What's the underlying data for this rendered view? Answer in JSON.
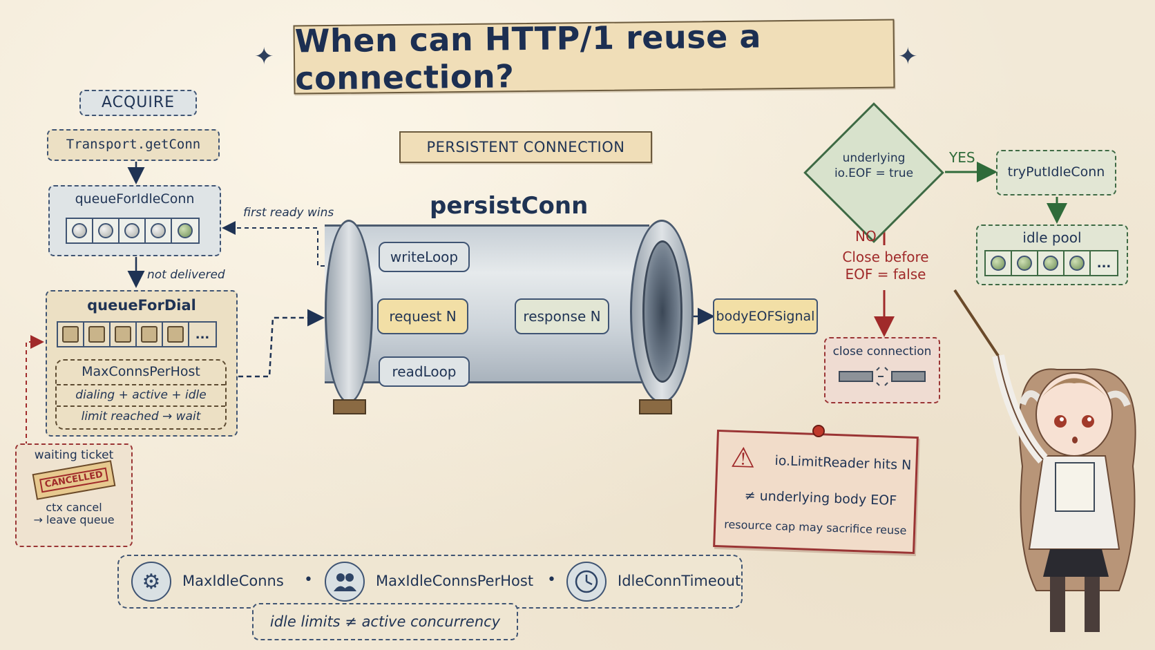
{
  "title": "When can HTTP/1 reuse a connection?",
  "acquire": {
    "label": "ACQUIRE",
    "get_conn": "Transport.getConn",
    "queue_idle": "queueForIdleConn",
    "first_ready": "first ready wins",
    "not_delivered": "not delivered",
    "queue_dial": "queueForDial",
    "ellipsis": "...",
    "max_conns": "MaxConnsPerHost",
    "dialing": "dialing + active + idle",
    "limit": "limit reached → wait",
    "waiting_ticket": "waiting ticket",
    "cancelled": "CANCELLED",
    "ctx_cancel": "ctx cancel",
    "leave_queue": "→ leave queue"
  },
  "persistent": {
    "section_label": "PERSISTENT CONNECTION",
    "conn_name": "persistConn",
    "write_loop": "writeLoop",
    "request": "request N",
    "response": "response N",
    "read_loop": "readLoop",
    "body_eof": "bodyEOFSignal"
  },
  "decision": {
    "condition_line1": "underlying",
    "condition_line2": "io.EOF = true",
    "yes": "YES",
    "no": "NO",
    "close_before_line1": "Close before",
    "close_before_line2": "EOF = false",
    "try_put": "tryPutIdleConn",
    "idle_pool": "idle pool",
    "idle_ellipsis": "...",
    "close_conn": "close connection"
  },
  "warning": {
    "line1": "io.LimitReader hits N",
    "line2": "≠ underlying body EOF",
    "line3": "resource cap may sacrifice reuse"
  },
  "bottom": {
    "max_idle": "MaxIdleConns",
    "max_idle_host": "MaxIdleConnsPerHost",
    "idle_timeout": "IdleConnTimeout",
    "sep": "•",
    "footer": "idle limits ≠ active concurrency"
  },
  "icons": {
    "sparkle": "✦",
    "gear": "⚙",
    "people": "👥",
    "clock": "◷",
    "warning": "⚠"
  }
}
